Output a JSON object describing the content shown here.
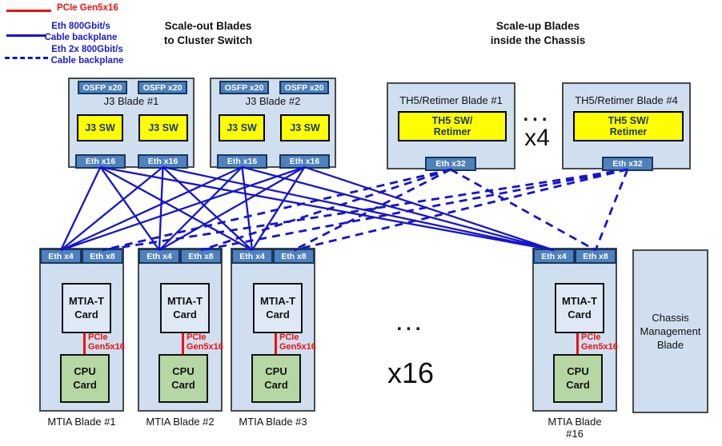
{
  "colors": {
    "wire_blue": "#1414cf",
    "wire_red": "#ee1111",
    "tag_fill": "#4f81bd",
    "tag_border": "#17375e",
    "blade_fill": "#cfdfef",
    "card_fill": "#dfe9f6",
    "cpu_fill": "#b6d7a4",
    "chip_yellow": "#ffff00",
    "navy_text": "#17375e"
  },
  "legend": {
    "pcie": {
      "label": "PCIe Gen5x16"
    },
    "eth800": {
      "line1": "Eth 800Gbit/s",
      "line2": "Cable backplane"
    },
    "eth2x800": {
      "line1": "Eth 2x 800Gbit/s",
      "line2": "Cable backplane"
    }
  },
  "section_titles": {
    "scale_out": {
      "line1": "Scale-out Blades",
      "line2": "to Cluster Switch"
    },
    "scale_up": {
      "line1": "Scale-up Blades",
      "line2": "inside the Chassis"
    }
  },
  "j3_blades": [
    {
      "title": "J3 Blade #1",
      "osfp": [
        "OSFP x20",
        "OSFP x20"
      ],
      "switches": [
        "J3 SW",
        "J3 SW"
      ],
      "eth": [
        "Eth x16",
        "Eth x16"
      ]
    },
    {
      "title": "J3 Blade #2",
      "osfp": [
        "OSFP x20",
        "OSFP x20"
      ],
      "switches": [
        "J3 SW",
        "J3 SW"
      ],
      "eth": [
        "Eth x16",
        "Eth x16"
      ]
    }
  ],
  "th5_blades": [
    {
      "title": "TH5/Retimer Blade #1",
      "chip_line1": "TH5 SW/",
      "chip_line2": "Retimer",
      "eth": "Eth x32"
    },
    {
      "title": "TH5/Retimer Blade #4",
      "chip_line1": "TH5 SW/",
      "chip_line2": "Retimer",
      "eth": "Eth x32"
    }
  ],
  "multipliers": {
    "th5_ellipsis": "...",
    "th5_count": "x4",
    "mtia_ellipsis": "...",
    "mtia_count": "x16"
  },
  "mtia_blades": [
    {
      "eth4": "Eth x4",
      "eth8": "Eth x8",
      "card": {
        "line1": "MTIA-T",
        "line2": "Card"
      },
      "pcie": {
        "line1": "PCIe",
        "line2": "Gen5x16"
      },
      "cpu": {
        "line1": "CPU",
        "line2": "Card"
      },
      "label_lines": [
        "MTIA Blade #1"
      ]
    },
    {
      "eth4": "Eth x4",
      "eth8": "Eth x8",
      "card": {
        "line1": "MTIA-T",
        "line2": "Card"
      },
      "pcie": {
        "line1": "PCIe",
        "line2": "Gen5x16"
      },
      "cpu": {
        "line1": "CPU",
        "line2": "Card"
      },
      "label_lines": [
        "MTIA Blade #2"
      ]
    },
    {
      "eth4": "Eth x4",
      "eth8": "Eth x8",
      "card": {
        "line1": "MTIA-T",
        "line2": "Card"
      },
      "pcie": {
        "line1": "PCIe",
        "line2": "Gen5x16"
      },
      "cpu": {
        "line1": "CPU",
        "line2": "Card"
      },
      "label_lines": [
        "MTIA Blade #3"
      ]
    },
    {
      "eth4": "Eth x4",
      "eth8": "Eth x8",
      "card": {
        "line1": "MTIA-T",
        "line2": "Card"
      },
      "pcie": {
        "line1": "PCIe",
        "line2": "Gen5x16"
      },
      "cpu": {
        "line1": "CPU",
        "line2": "Card"
      },
      "label_lines": [
        "MTIA Blade",
        "#16"
      ]
    }
  ],
  "chassis_blade": {
    "line1": "Chassis",
    "line2": "Management",
    "line3": "Blade"
  },
  "connections": {
    "solid": [
      [
        "j3b1-e1",
        "m1-x4"
      ],
      [
        "j3b1-e1",
        "m2-x4"
      ],
      [
        "j3b1-e1",
        "m3-x4"
      ],
      [
        "j3b1-e1",
        "m16-x4"
      ],
      [
        "j3b1-e2",
        "m1-x4"
      ],
      [
        "j3b1-e2",
        "m2-x4"
      ],
      [
        "j3b1-e2",
        "m3-x4"
      ],
      [
        "j3b1-e2",
        "m16-x4"
      ],
      [
        "j3b2-e1",
        "m1-x4"
      ],
      [
        "j3b2-e1",
        "m2-x4"
      ],
      [
        "j3b2-e1",
        "m3-x4"
      ],
      [
        "j3b2-e1",
        "m16-x4"
      ],
      [
        "j3b2-e2",
        "m1-x4"
      ],
      [
        "j3b2-e2",
        "m2-x4"
      ],
      [
        "j3b2-e2",
        "m3-x4"
      ],
      [
        "j3b2-e2",
        "m16-x4"
      ]
    ],
    "dashed": [
      [
        "th5b1-e",
        "m1-x8"
      ],
      [
        "th5b1-e",
        "m2-x8"
      ],
      [
        "th5b1-e",
        "m3-x8"
      ],
      [
        "th5b1-e",
        "m16-x8"
      ],
      [
        "th5b4-e",
        "m1-x8"
      ],
      [
        "th5b4-e",
        "m2-x8"
      ],
      [
        "th5b4-e",
        "m3-x8"
      ],
      [
        "th5b4-e",
        "m16-x8"
      ]
    ]
  }
}
